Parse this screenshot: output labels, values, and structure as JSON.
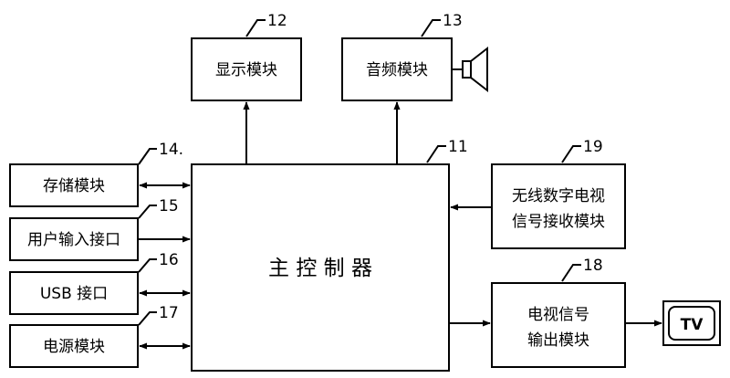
{
  "blocks": {
    "display": {
      "label": "显示模块",
      "ref": "12"
    },
    "audio": {
      "label": "音频模块",
      "ref": "13"
    },
    "main": {
      "label": "主 控 制 器",
      "ref": "11"
    },
    "storage": {
      "label": "存储模块",
      "ref": "14."
    },
    "userinput": {
      "label": "用户输入接口",
      "ref": "15"
    },
    "usb": {
      "label": "USB 接口",
      "ref": "16"
    },
    "power": {
      "label": "电源模块",
      "ref": "17"
    },
    "wireless": {
      "label_line1": "无线数字电视",
      "label_line2": "信号接收模块",
      "ref": "19"
    },
    "tvout": {
      "label_line1": "电视信号",
      "label_line2": "输出模块",
      "ref": "18"
    },
    "tv": {
      "label": "TV"
    }
  }
}
